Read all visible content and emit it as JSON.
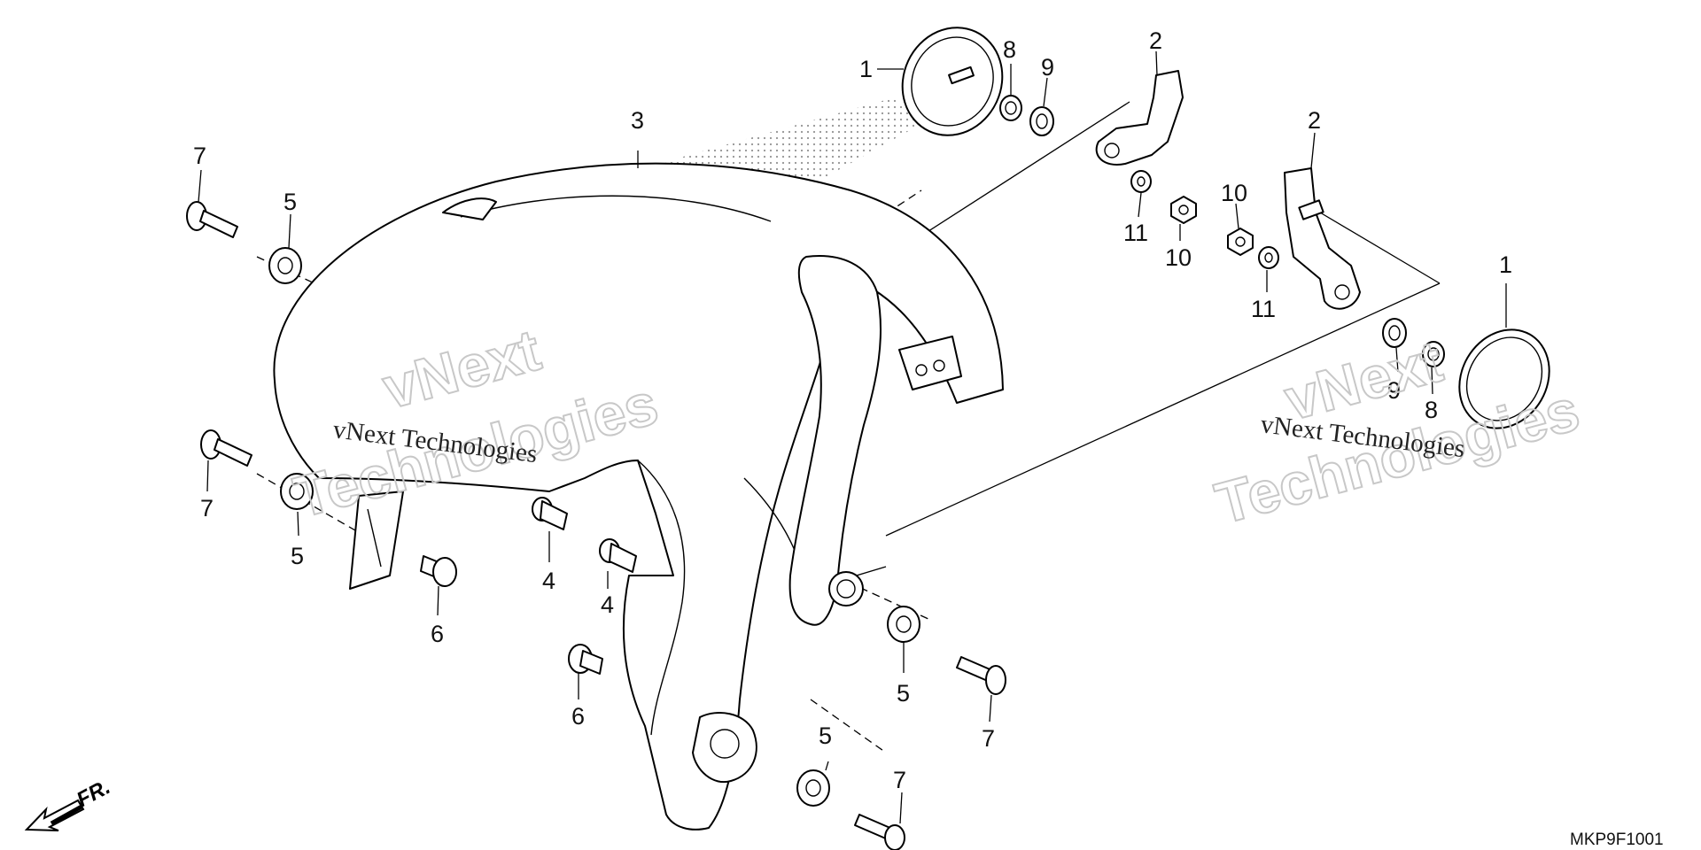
{
  "callouts": [
    {
      "id": "c1a",
      "label": "1"
    },
    {
      "id": "c1b",
      "label": "1"
    },
    {
      "id": "c2a",
      "label": "2"
    },
    {
      "id": "c2b",
      "label": "2"
    },
    {
      "id": "c3",
      "label": "3"
    },
    {
      "id": "c4a",
      "label": "4"
    },
    {
      "id": "c4b",
      "label": "4"
    },
    {
      "id": "c5a",
      "label": "5"
    },
    {
      "id": "c5b",
      "label": "5"
    },
    {
      "id": "c5c",
      "label": "5"
    },
    {
      "id": "c5d",
      "label": "5"
    },
    {
      "id": "c6a",
      "label": "6"
    },
    {
      "id": "c6b",
      "label": "6"
    },
    {
      "id": "c7a",
      "label": "7"
    },
    {
      "id": "c7b",
      "label": "7"
    },
    {
      "id": "c7c",
      "label": "7"
    },
    {
      "id": "c7d",
      "label": "7"
    },
    {
      "id": "c8a",
      "label": "8"
    },
    {
      "id": "c8b",
      "label": "8"
    },
    {
      "id": "c9a",
      "label": "9"
    },
    {
      "id": "c9b",
      "label": "9"
    },
    {
      "id": "c10a",
      "label": "10"
    },
    {
      "id": "c10b",
      "label": "10"
    },
    {
      "id": "c11a",
      "label": "11"
    },
    {
      "id": "c11b",
      "label": "11"
    }
  ],
  "direction_label": "FR.",
  "diagram_code": "MKP9F1001",
  "watermark": {
    "company": "vNext Technologies",
    "line1": "vNext",
    "line2": "Technologies"
  },
  "colors": {
    "ink": "#000000",
    "watermark": "#c8c8c8"
  }
}
